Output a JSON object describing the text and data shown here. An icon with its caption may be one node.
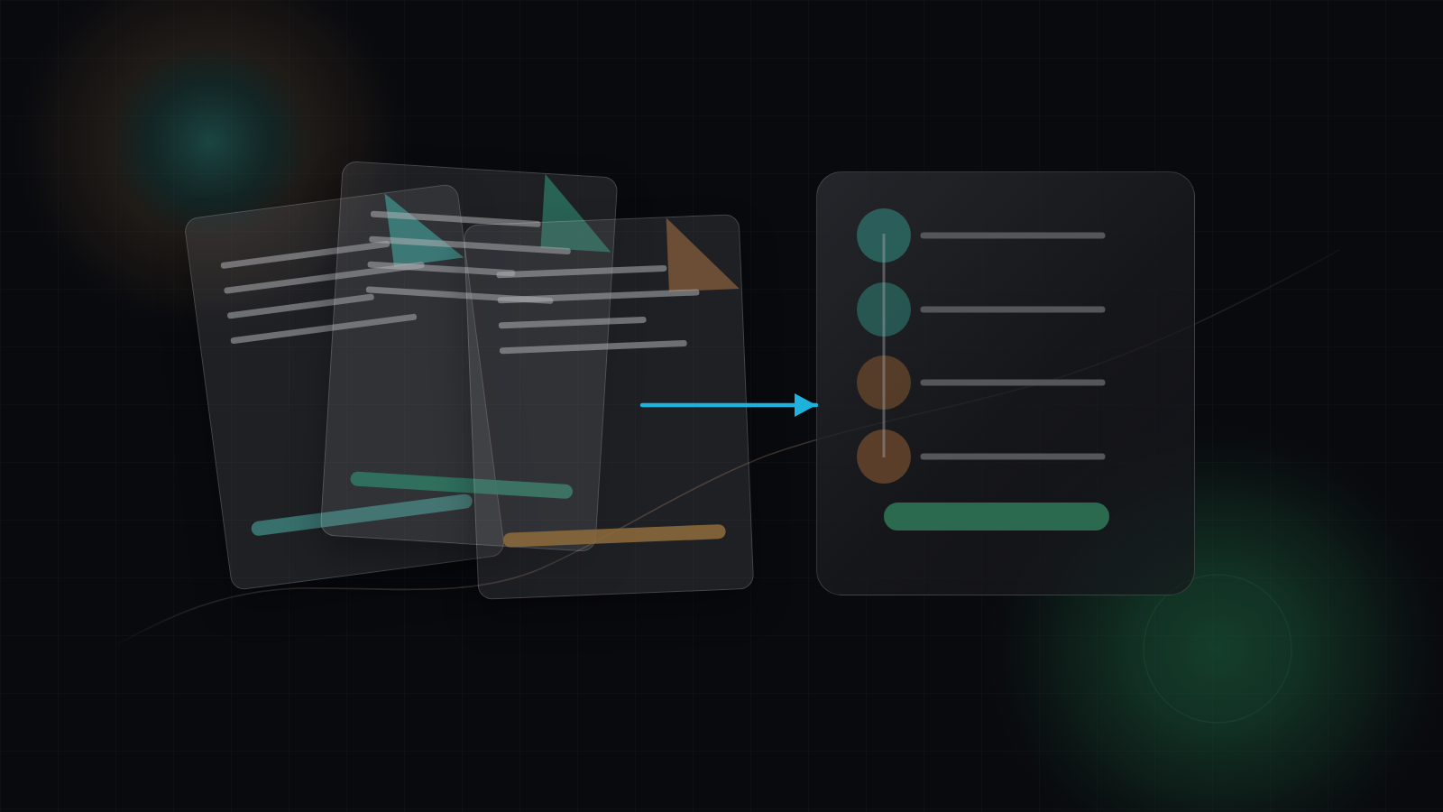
{
  "diagram": {
    "nodes": [
      {
        "text": [],
        "shape": "document"
      },
      {
        "text": [],
        "shape": "document"
      },
      {
        "text": [],
        "shape": "document"
      },
      {
        "text": [],
        "shape": "box"
      },
      {
        "text": [],
        "shape": "bar",
        "in": 3
      }
    ],
    "edges": [
      {
        "from": 2,
        "to": 3,
        "arrow": "to"
      }
    ]
  }
}
